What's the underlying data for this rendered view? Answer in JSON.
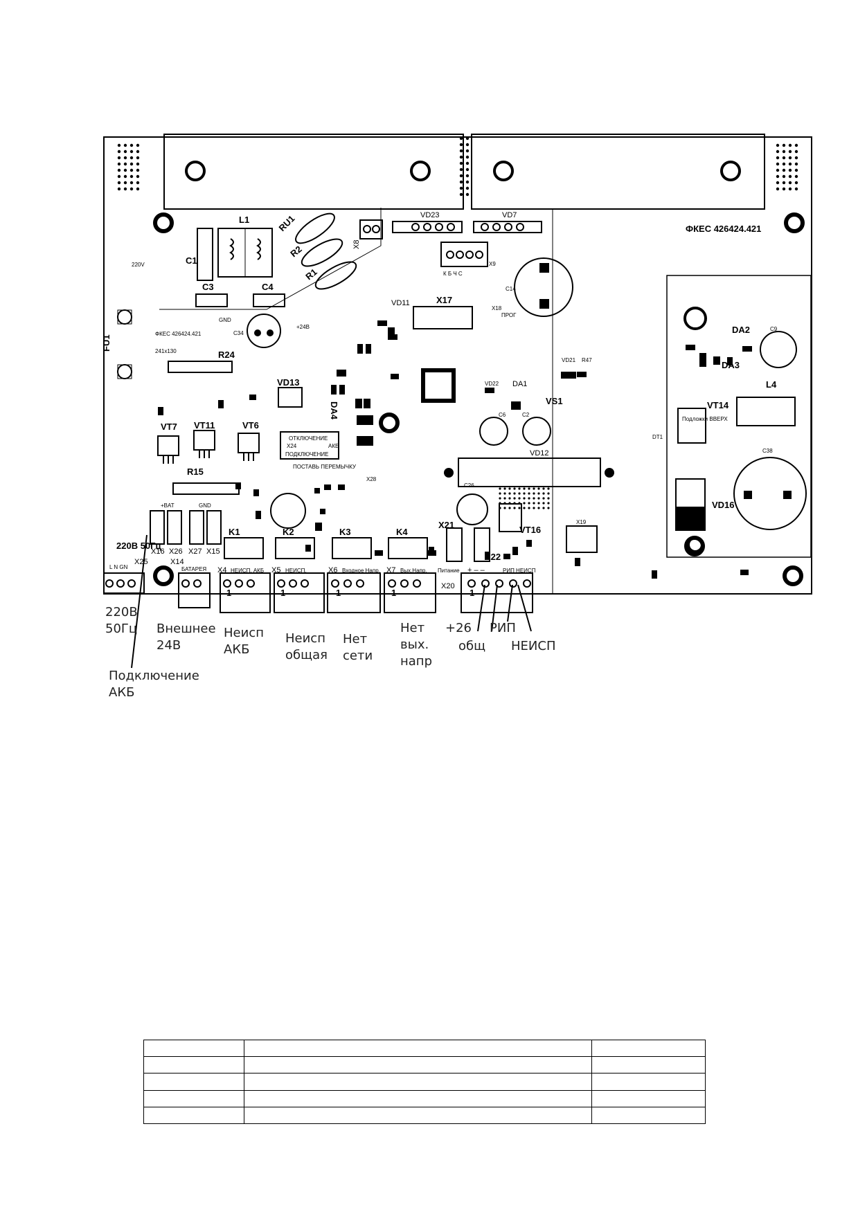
{
  "board": {
    "doc_number": "ФКЕС 426424.421",
    "doc_number_small": "ФКЕС 426424.421",
    "size_note": "241x130",
    "voltage_note": "220V",
    "gnd_note": "GND",
    "v24_note": "+24В",
    "components": {
      "L1": "L1",
      "C1": "C1",
      "C3": "C3",
      "C4": "C4",
      "RU1": "RU1",
      "R2": "R2",
      "R1": "R1",
      "X8": "X8",
      "VD23": "VD23",
      "VD7": "VD7",
      "X9": "X9",
      "C14": "C14",
      "FU1": "FU1",
      "C34": "C34",
      "R24": "R24",
      "VD13": "VD13",
      "VD11": "VD11",
      "X17": "X17",
      "X18": "X18",
      "PROG": "ПРОГ",
      "DA4": "DA4",
      "VD21": "VD21",
      "R47": "R47",
      "DA1": "DA1",
      "VD22": "VD22",
      "VS1": "VS1",
      "C2": "C2",
      "C6": "C6",
      "VD12": "VD12",
      "VT7": "VT7",
      "VT11": "VT11",
      "VT6": "VT6",
      "R15": "R15",
      "C26": "C26",
      "X21": "X21",
      "VT16": "VT16",
      "X19": "X19",
      "X22": "X22",
      "DA2": "DA2",
      "C9": "C9",
      "DA3": "DA3",
      "L4": "L4",
      "VT14": "VT14",
      "DT1": "DT1",
      "C38": "C38",
      "VD16": "VD16",
      "K1": "K1",
      "K2": "K2",
      "K3": "K3",
      "K4": "K4",
      "X16": "X16",
      "X26": "X26",
      "X27": "X27",
      "X15": "X15",
      "X14": "X14",
      "X25": "X25",
      "X4": "X4",
      "X5": "X5",
      "X6": "X6",
      "X7": "X7",
      "X20": "X20",
      "X28": "X28"
    },
    "jumper_block": {
      "line1": "ОТКЛЮЧЕНИЕ",
      "x24": "X24",
      "akb": "АКБ",
      "line2": "ПОДКЛЮЧЕНИЕ"
    },
    "jumper_note": "ПОСТАВЬ ПЕРЕМЫЧКУ",
    "vt14_note": "Подложки ВВЕРХ",
    "mains_label": "220В 50Гц",
    "mains_pins": "L   N   GN",
    "bat_label": "+BAT",
    "gnd_label": "GND",
    "battery_label": "БАТАРЕЯ",
    "x4_label": "НЕИСП. АКБ",
    "x5_label": "НЕИСП.",
    "x6_label": "Входное Напр.",
    "x7_label": "Вых.Напр.",
    "x20_label": "Питание",
    "x20_polarity": "+  –  –",
    "x22_pins": "РИП  НЕИСП",
    "pin_one": "1",
    "x9_pins": "К  Б  Ч  С"
  },
  "legend": {
    "mains": "220В\n50Гц",
    "ext24": "Внешнее\n24В",
    "neisp_akb": "Неисп\nАКБ",
    "neisp_common": "Неисп\nобщая",
    "no_mains": "Нет\nсети",
    "no_output": "Нет\nвых.\nнапр",
    "plus26": "+26",
    "common": "общ",
    "rip": "РИП",
    "neisp": "НЕИСП",
    "akb_connect": "Подключение\nАКБ"
  },
  "title_block": {
    "rows": 5,
    "cols": 3,
    "cells": []
  }
}
